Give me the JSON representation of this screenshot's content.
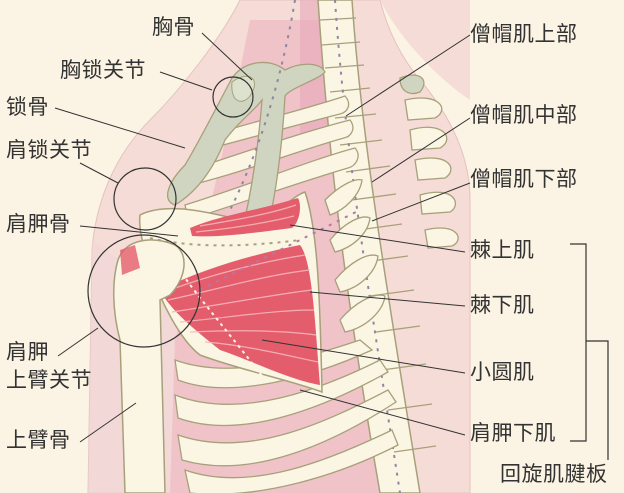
{
  "diagram": {
    "type": "anatomical-illustration",
    "subject": "shoulder, rotator cuff and trapezius (posterior/anterior torso view)",
    "colors": {
      "background": "#fbf3e3",
      "skin": "#f6dcd6",
      "torso_inner": "#efc3c8",
      "bone": "#fbf6e4",
      "cartilage": "#cfd5c0",
      "muscle": "#e45d6c",
      "muscle_light": "#f08e98",
      "outline": "#a8a07a",
      "leader_line": "#333333",
      "dashed_line": "#8e87a2"
    }
  },
  "labels": {
    "left": [
      {
        "id": "sternum",
        "text": "胸骨"
      },
      {
        "id": "sternoclavicular_joint",
        "text": "胸锁关节"
      },
      {
        "id": "clavicle",
        "text": "锁骨"
      },
      {
        "id": "acromioclavicular_joint",
        "text": "肩锁关节"
      },
      {
        "id": "scapula",
        "text": "肩胛骨"
      },
      {
        "id": "glenohumeral_joint_line1",
        "text": "肩胛"
      },
      {
        "id": "glenohumeral_joint_line2",
        "text": "上臂关节"
      },
      {
        "id": "humerus",
        "text": "上臂骨"
      }
    ],
    "right": [
      {
        "id": "trapezius_upper",
        "text": "僧帽肌上部"
      },
      {
        "id": "trapezius_middle",
        "text": "僧帽肌中部"
      },
      {
        "id": "trapezius_lower",
        "text": "僧帽肌下部"
      },
      {
        "id": "supraspinatus",
        "text": "棘上肌"
      },
      {
        "id": "infraspinatus",
        "text": "棘下肌"
      },
      {
        "id": "teres_minor",
        "text": "小圆肌"
      },
      {
        "id": "subscapularis",
        "text": "肩胛下肌"
      },
      {
        "id": "rotator_cuff",
        "text": "回旋肌腱板"
      }
    ]
  }
}
